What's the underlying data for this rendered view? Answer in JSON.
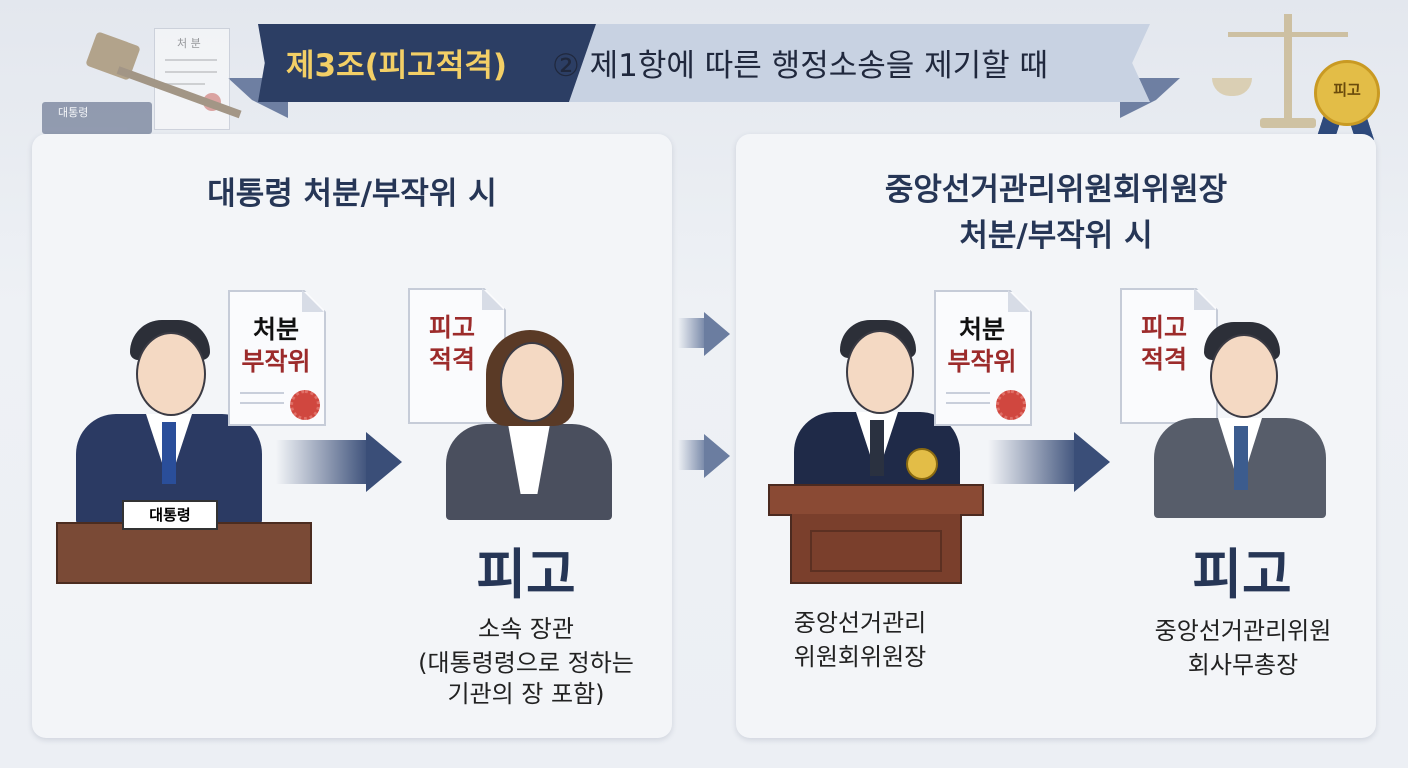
{
  "header": {
    "title": "제3조(피고적격)",
    "subtitle": "② 제1항에 따른 행정소송을 제기할 때"
  },
  "decor": {
    "gavel_plate": "대통령",
    "paper_label": "처 분",
    "medal_label": "피고"
  },
  "left_panel": {
    "title": "대통령 처분/부작위 시",
    "actor_desk_label": "대통령",
    "doc1": {
      "line1": "처분",
      "line2": "부작위"
    },
    "doc2": {
      "line1": "피고",
      "line2": "적격"
    },
    "defendant_label": "피고",
    "defendant_desc": [
      "소속 장관",
      "(대통령령으로 정하는",
      "기관의 장 포함)"
    ]
  },
  "right_panel": {
    "title_lines": [
      "중앙선거관리위원회위원장",
      "처분/부작위 시"
    ],
    "doc1": {
      "line1": "처분",
      "line2": "부작위"
    },
    "doc2": {
      "line1": "피고",
      "line2": "적격"
    },
    "actor_desc": [
      "중앙선거관리",
      "위원회위원장"
    ],
    "defendant_label": "피고",
    "defendant_desc": [
      "중앙선거관리위원",
      "회사무총장"
    ]
  },
  "colors": {
    "navy": "#263656",
    "ribbon_dark": "#2c3e64",
    "gold": "#f3cf66",
    "red_text": "#9c2b2b",
    "arrow": "#3a4e78"
  }
}
